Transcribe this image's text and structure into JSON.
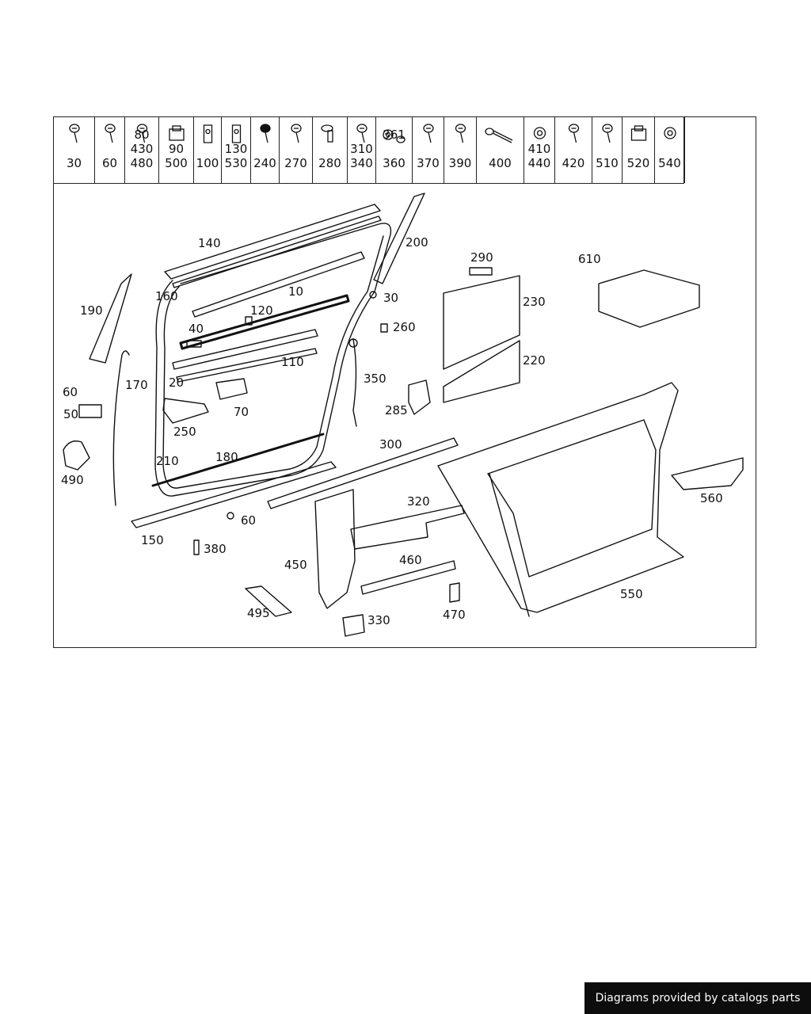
{
  "hardware_strip": [
    {
      "label": "30",
      "icon": "flat-head-screw-icon"
    },
    {
      "label": "60",
      "icon": "screw-icon"
    },
    {
      "label": "80\n430\n480",
      "icon": "round-head-screw-icon"
    },
    {
      "label": "90\n500",
      "icon": "clip-nut-icon"
    },
    {
      "label": "100",
      "icon": "spring-clip-icon"
    },
    {
      "label": "130\n530",
      "icon": "spring-clip-icon"
    },
    {
      "label": "240",
      "icon": "black-screw-icon"
    },
    {
      "label": "270",
      "icon": "screw-icon"
    },
    {
      "label": "280",
      "icon": "expansion-rivet-icon"
    },
    {
      "label": "310\n340",
      "icon": "screw-icon"
    },
    {
      "label": "361\n\n360",
      "icon": "washer-and-nut-icon"
    },
    {
      "label": "370",
      "icon": "flat-head-screw-icon"
    },
    {
      "label": "390",
      "icon": "screw-icon"
    },
    {
      "label": "400",
      "icon": "long-bolt-icon"
    },
    {
      "label": "410\n440",
      "icon": "nut-icon"
    },
    {
      "label": "420",
      "icon": "screw-icon"
    },
    {
      "label": "510",
      "icon": "screw-icon"
    },
    {
      "label": "520",
      "icon": "bracket-clip-icon"
    },
    {
      "label": "540",
      "icon": "star-nut-icon"
    }
  ],
  "callouts": {
    "c10": "10",
    "c20": "20",
    "c30": "30",
    "c40": "40",
    "c50": "50",
    "c60a": "60",
    "c60b": "60",
    "c70": "70",
    "c110": "110",
    "c120": "120",
    "c140": "140",
    "c150": "150",
    "c160": "160",
    "c170": "170",
    "c180": "180",
    "c190": "190",
    "c200": "200",
    "c210": "210",
    "c220": "220",
    "c230": "230",
    "c250": "250",
    "c260": "260",
    "c285": "285",
    "c290": "290",
    "c300": "300",
    "c320": "320",
    "c330": "330",
    "c350": "350",
    "c380": "380",
    "c450": "450",
    "c460": "460",
    "c470": "470",
    "c490": "490",
    "c495": "495",
    "c550": "550",
    "c560": "560",
    "c610": "610"
  },
  "credit": "Diagrams provided by catalogs parts"
}
